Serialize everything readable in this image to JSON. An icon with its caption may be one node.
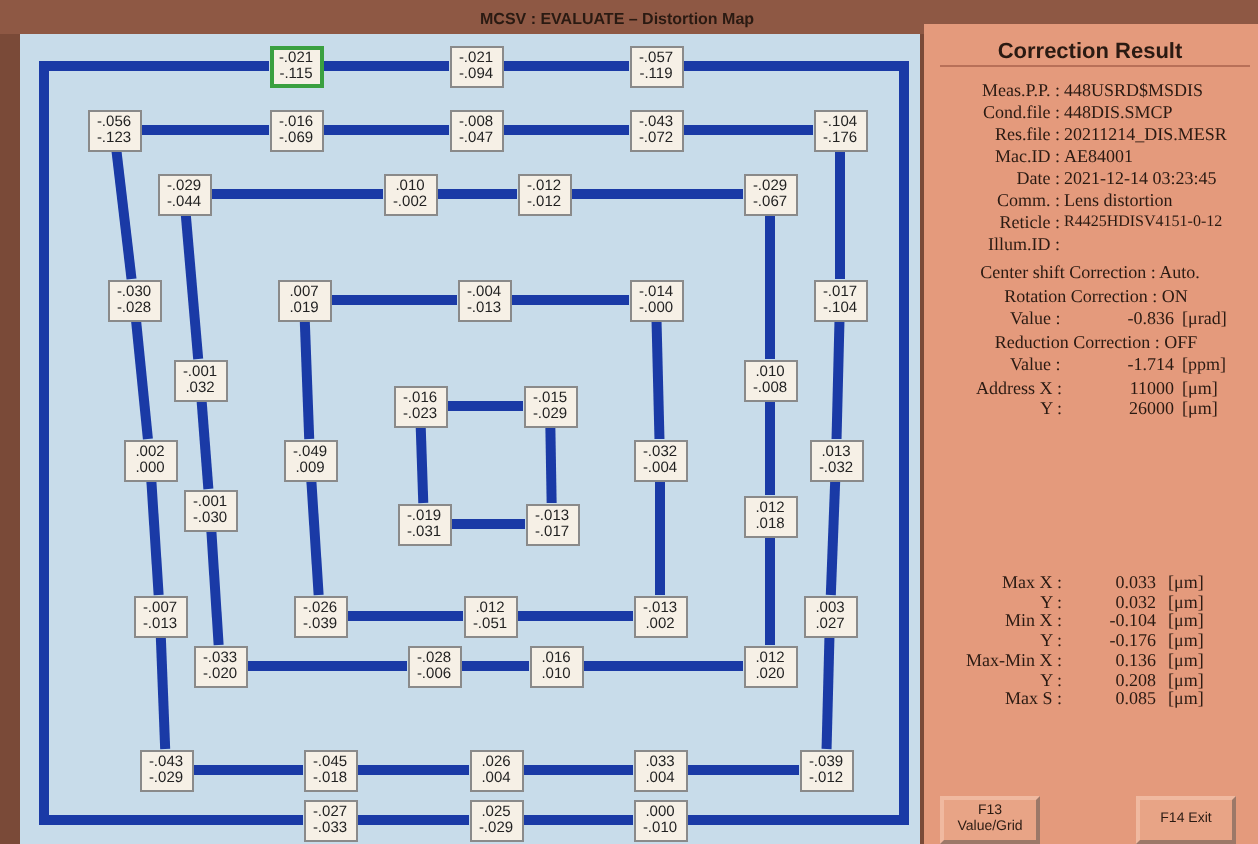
{
  "diagram": {
    "title": "MCSV : EVALUATE – Distortion Map",
    "nodes": [
      {
        "text": [
          "-.021",
          "-.115"
        ]
      },
      {
        "text": [
          "-.021",
          "-.094"
        ]
      },
      {
        "text": [
          "-.057",
          "-.119"
        ]
      },
      {
        "text": [
          "-.056",
          "-.123"
        ]
      },
      {
        "text": [
          "-.016",
          "-.069"
        ]
      },
      {
        "text": [
          "-.008",
          "-.047"
        ]
      },
      {
        "text": [
          "-.043",
          "-.072"
        ]
      },
      {
        "text": [
          "-.104",
          "-.176"
        ]
      },
      {
        "text": [
          "-.029",
          "-.044"
        ]
      },
      {
        "text": [
          ".010",
          "-.002"
        ]
      },
      {
        "text": [
          "-.012",
          "-.012"
        ]
      },
      {
        "text": [
          "-.029",
          "-.067"
        ]
      },
      {
        "text": [
          "-.030",
          "-.028"
        ]
      },
      {
        "text": [
          ".007",
          ".019"
        ]
      },
      {
        "text": [
          "-.004",
          "-.013"
        ]
      },
      {
        "text": [
          "-.014",
          "-.000"
        ]
      },
      {
        "text": [
          "-.017",
          "-.104"
        ]
      },
      {
        "text": [
          "-.001",
          ".032"
        ]
      },
      {
        "text": [
          "-.016",
          "-.023"
        ]
      },
      {
        "text": [
          "-.015",
          "-.029"
        ]
      },
      {
        "text": [
          ".010",
          "-.008"
        ]
      },
      {
        "text": [
          ".002",
          ".000"
        ]
      },
      {
        "text": [
          "-.049",
          ".009"
        ]
      },
      {
        "text": [
          "-.032",
          "-.004"
        ]
      },
      {
        "text": [
          ".013",
          "-.032"
        ]
      },
      {
        "text": [
          "-.001",
          "-.030"
        ]
      },
      {
        "text": [
          "-.019",
          "-.031"
        ]
      },
      {
        "text": [
          "-.013",
          "-.017"
        ]
      },
      {
        "text": [
          ".012",
          ".018"
        ]
      },
      {
        "text": [
          "-.007",
          "-.013"
        ]
      },
      {
        "text": [
          "-.026",
          "-.039"
        ]
      },
      {
        "text": [
          ".012",
          "-.051"
        ]
      },
      {
        "text": [
          "-.013",
          ".002"
        ]
      },
      {
        "text": [
          ".003",
          ".027"
        ]
      },
      {
        "text": [
          "-.033",
          "-.020"
        ]
      },
      {
        "text": [
          "-.028",
          "-.006"
        ]
      },
      {
        "text": [
          ".016",
          ".010"
        ]
      },
      {
        "text": [
          ".012",
          ".020"
        ]
      },
      {
        "text": [
          "-.043",
          "-.029"
        ]
      },
      {
        "text": [
          "-.045",
          "-.018"
        ]
      },
      {
        "text": [
          ".026",
          ".004"
        ]
      },
      {
        "text": [
          ".033",
          ".004"
        ]
      },
      {
        "text": [
          "-.039",
          "-.012"
        ]
      },
      {
        "text": [
          "-.027",
          "-.033"
        ]
      },
      {
        "text": [
          ".025",
          "-.029"
        ]
      },
      {
        "text": [
          ".000",
          "-.010"
        ]
      }
    ],
    "edges": [
      {
        "from": 0,
        "to": 1,
        "arrow": "none"
      },
      {
        "from": 1,
        "to": 2,
        "arrow": "none"
      },
      {
        "from": 2,
        "to": 45,
        "arrow": "none"
      },
      {
        "from": 45,
        "to": 44,
        "arrow": "none"
      },
      {
        "from": 44,
        "to": 43,
        "arrow": "none"
      },
      {
        "from": 43,
        "to": 0,
        "arrow": "none"
      },
      {
        "from": 3,
        "to": 4,
        "arrow": "none"
      },
      {
        "from": 4,
        "to": 5,
        "arrow": "none"
      },
      {
        "from": 5,
        "to": 6,
        "arrow": "none"
      },
      {
        "from": 6,
        "to": 7,
        "arrow": "none"
      },
      {
        "from": 7,
        "to": 16,
        "arrow": "none"
      },
      {
        "from": 16,
        "to": 24,
        "arrow": "none"
      },
      {
        "from": 24,
        "to": 33,
        "arrow": "none"
      },
      {
        "from": 33,
        "to": 42,
        "arrow": "none"
      },
      {
        "from": 42,
        "to": 41,
        "arrow": "none"
      },
      {
        "from": 41,
        "to": 40,
        "arrow": "none"
      },
      {
        "from": 40,
        "to": 39,
        "arrow": "none"
      },
      {
        "from": 39,
        "to": 38,
        "arrow": "none"
      },
      {
        "from": 38,
        "to": 29,
        "arrow": "none"
      },
      {
        "from": 29,
        "to": 21,
        "arrow": "none"
      },
      {
        "from": 21,
        "to": 12,
        "arrow": "none"
      },
      {
        "from": 12,
        "to": 3,
        "arrow": "none"
      },
      {
        "from": 8,
        "to": 9,
        "arrow": "none"
      },
      {
        "from": 9,
        "to": 10,
        "arrow": "none"
      },
      {
        "from": 10,
        "to": 11,
        "arrow": "none"
      },
      {
        "from": 11,
        "to": 20,
        "arrow": "none"
      },
      {
        "from": 20,
        "to": 28,
        "arrow": "none"
      },
      {
        "from": 28,
        "to": 37,
        "arrow": "none"
      },
      {
        "from": 37,
        "to": 36,
        "arrow": "none"
      },
      {
        "from": 36,
        "to": 35,
        "arrow": "none"
      },
      {
        "from": 35,
        "to": 34,
        "arrow": "none"
      },
      {
        "from": 34,
        "to": 25,
        "arrow": "none"
      },
      {
        "from": 25,
        "to": 17,
        "arrow": "none"
      },
      {
        "from": 17,
        "to": 8,
        "arrow": "none"
      },
      {
        "from": 13,
        "to": 14,
        "arrow": "none"
      },
      {
        "from": 14,
        "to": 15,
        "arrow": "none"
      },
      {
        "from": 15,
        "to": 23,
        "arrow": "none"
      },
      {
        "from": 23,
        "to": 32,
        "arrow": "none"
      },
      {
        "from": 32,
        "to": 31,
        "arrow": "none"
      },
      {
        "from": 31,
        "to": 30,
        "arrow": "none"
      },
      {
        "from": 30,
        "to": 22,
        "arrow": "none"
      },
      {
        "from": 22,
        "to": 13,
        "arrow": "none"
      },
      {
        "from": 18,
        "to": 19,
        "arrow": "none"
      },
      {
        "from": 19,
        "to": 27,
        "arrow": "none"
      },
      {
        "from": 27,
        "to": 26,
        "arrow": "none"
      },
      {
        "from": 26,
        "to": 18,
        "arrow": "none"
      }
    ],
    "labels": [
      "Correction Result",
      "Meas.P.P. :",
      "448USRD$MSDIS",
      "Cond.file :",
      "448DIS.SMCP",
      "Res.file :",
      "20211214_DIS.MESR",
      "Mac.ID :",
      "AE84001",
      "Date :",
      "2021-12-14 03:23:45",
      "Comm. :",
      "Lens distortion",
      "Reticle :",
      "R4425HDISV4151-0-12",
      "Illum.ID :",
      "Center shift Correction : Auto.",
      "Rotation Correction : ON",
      "Value :",
      "-0.836",
      "[μrad]",
      "Reduction Correction : OFF",
      "Value :",
      "-1.714",
      "[ppm]",
      "Address X :",
      "11000",
      "[μm]",
      "Y :",
      "26000",
      "[μm]",
      "Max X :",
      "0.033",
      "[μm]",
      "Y :",
      "0.032",
      "[μm]",
      "Min X :",
      "-0.104",
      "[μm]",
      "Y :",
      "-0.176",
      "[μm]",
      "Max-Min X :",
      "0.136",
      "[μm]",
      "Y :",
      "0.208",
      "[μm]",
      "Max S :",
      "0.085",
      "[μm]",
      "F13 Value/Grid",
      "F14 Exit"
    ]
  }
}
